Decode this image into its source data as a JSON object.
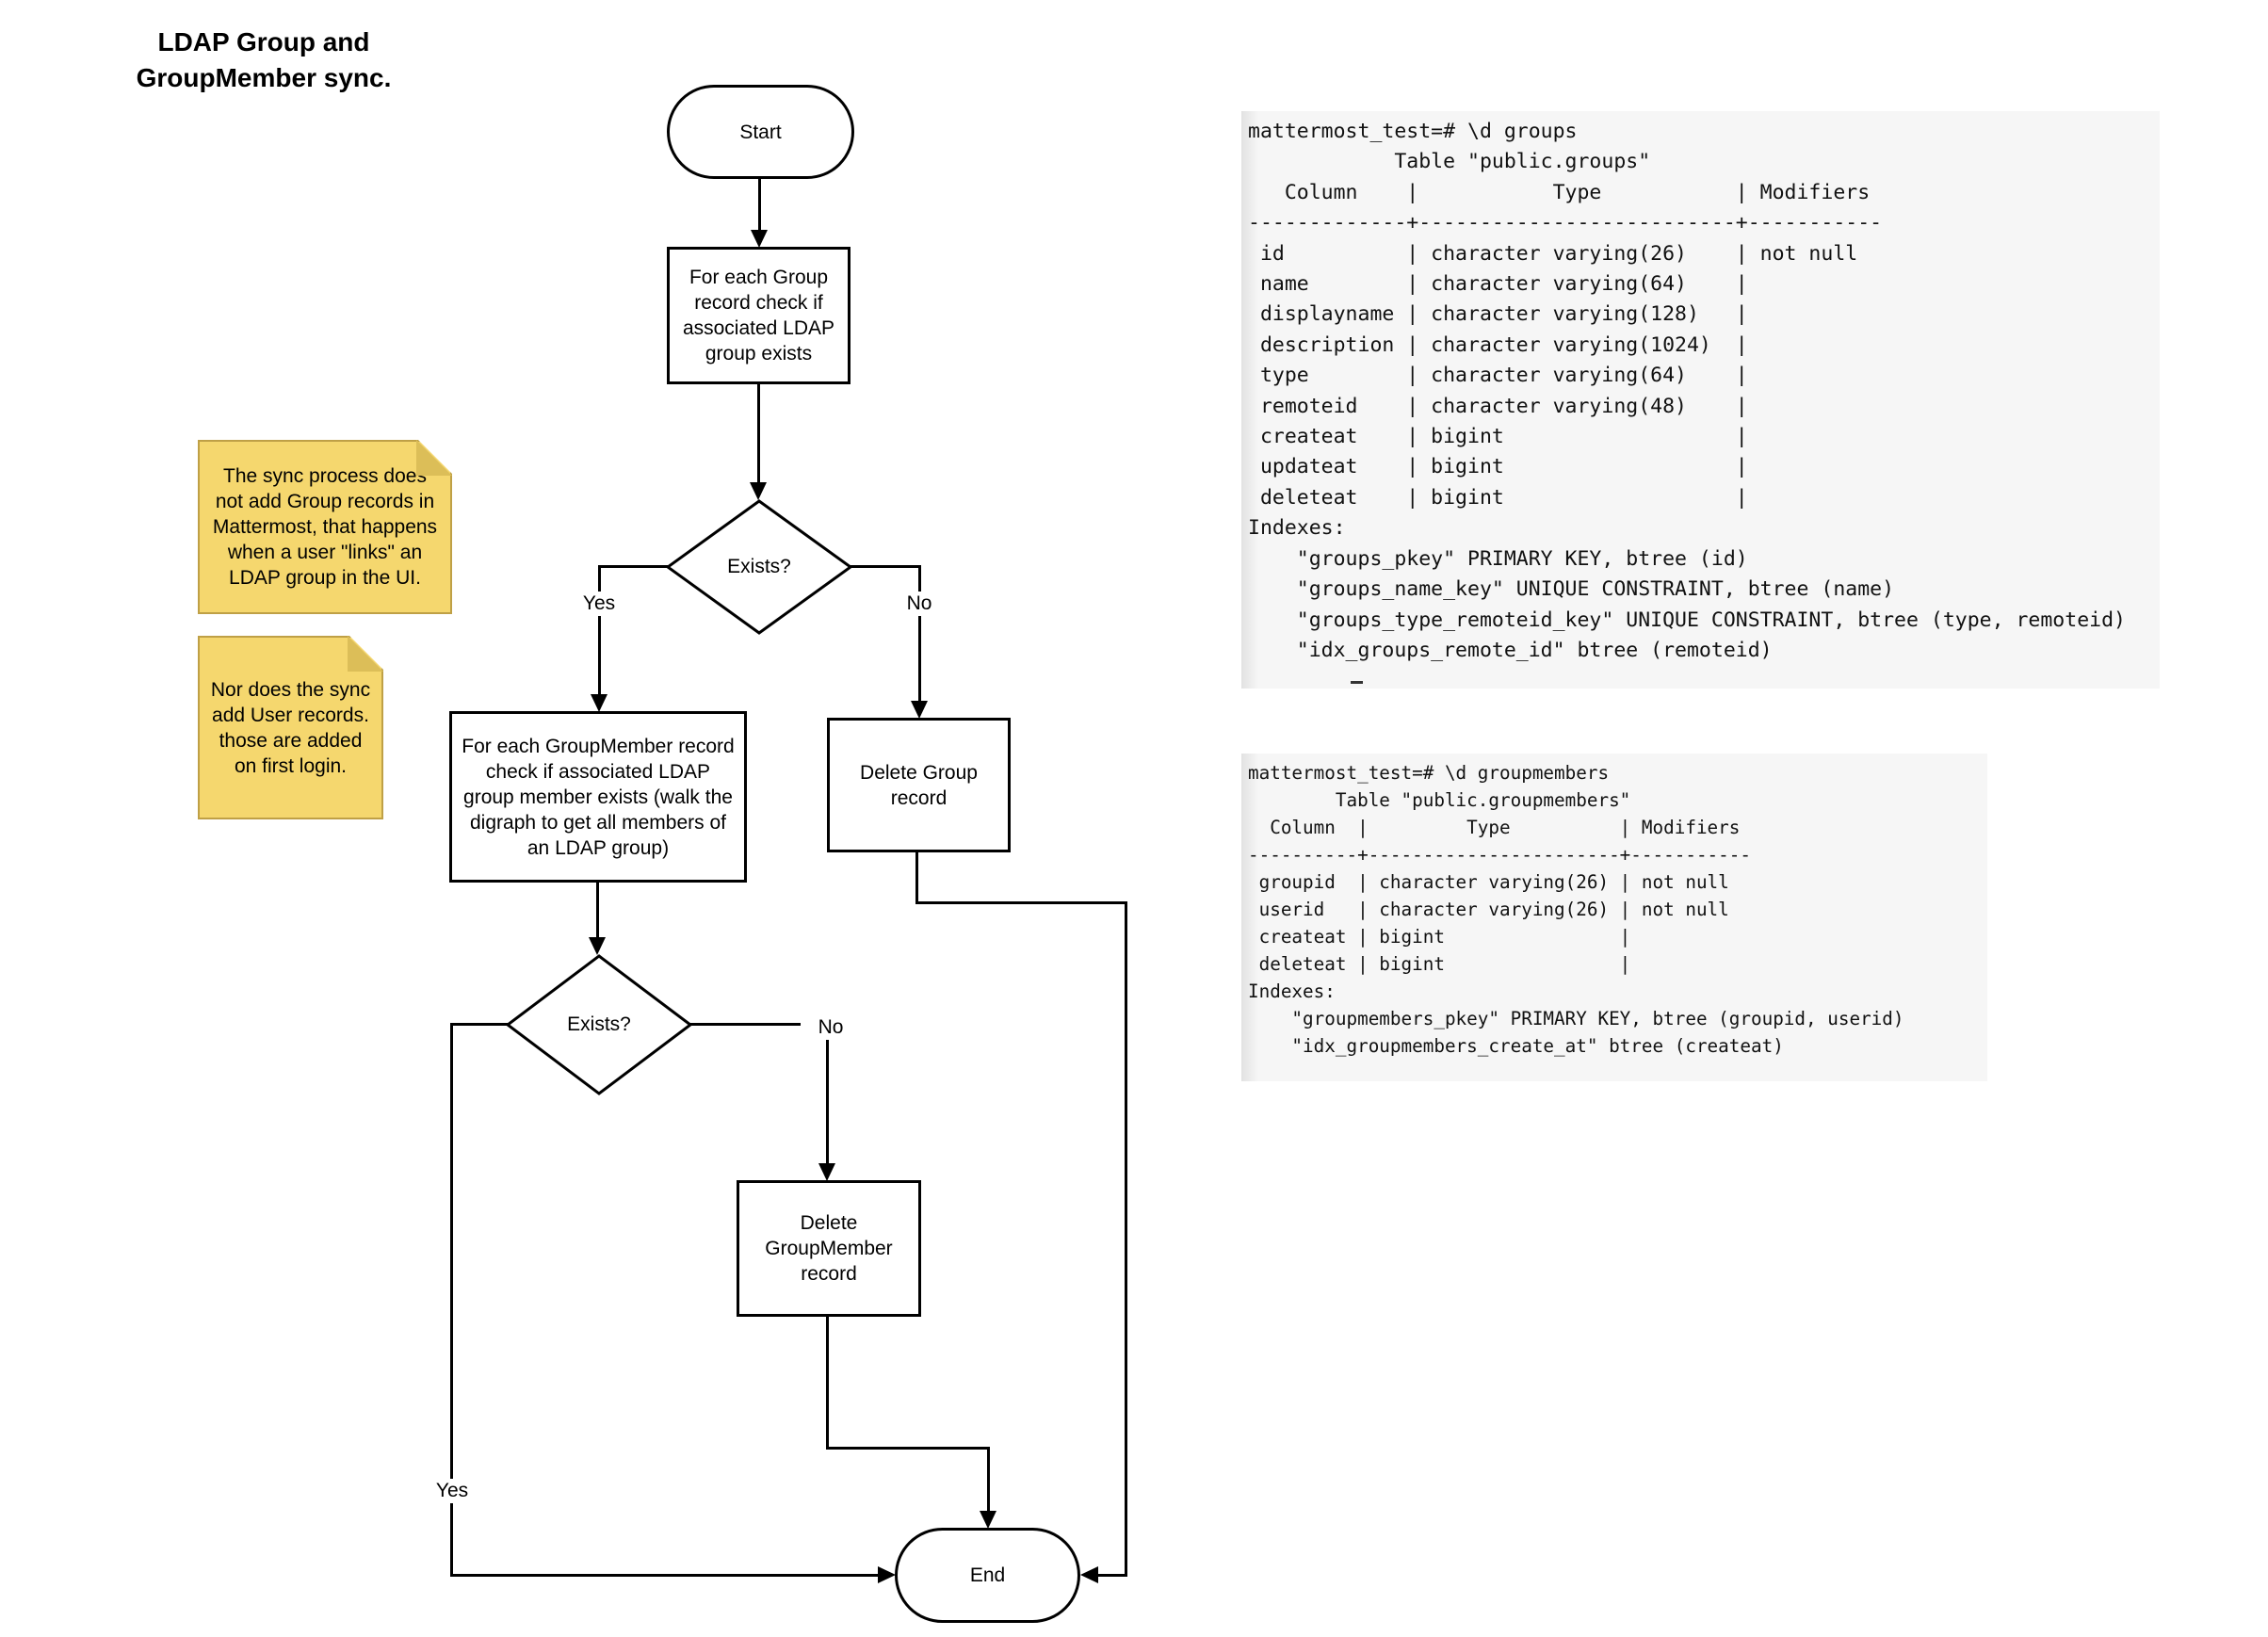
{
  "title": "LDAP Group and\nGroupMember sync.",
  "flowchart": {
    "start_label": "Start",
    "end_label": "End",
    "check_group_label": "For each Group\nrecord check if\nassociated LDAP\ngroup exists",
    "exists1_label": "Exists?",
    "exists2_label": "Exists?",
    "yes1_label": "Yes",
    "no1_label": "No",
    "yes2_label": "Yes",
    "no2_label": "No",
    "check_member_label": "For each GroupMember record\ncheck if associated LDAP\ngroup member exists (walk the\ndigraph to get all members of\nan LDAP group)",
    "delete_group_label": "Delete Group\nrecord",
    "delete_member_label": "Delete\nGroupMember\nrecord",
    "stroke_color": "#000000"
  },
  "notes": {
    "note1_text": "The sync process does\nnot add Group records in\nMattermost, that happens\nwhen a user \"links\" an\nLDAP group in the UI.",
    "note2_text": "Nor does the sync\nadd User records.\nthose are added\non first login.",
    "fill_color": "#F5D76E",
    "border_color": "#BFA046",
    "fold_color": "#DCBE58"
  },
  "terminals": {
    "background_color": "#f6f6f6",
    "edge_color": "#e2e2e2",
    "groups_output": [
      "mattermost_test=# \\d groups",
      "            Table \"public.groups\"",
      "   Column    |           Type           | Modifiers",
      "-------------+--------------------------+-----------",
      " id          | character varying(26)    | not null",
      " name        | character varying(64)    |",
      " displayname | character varying(128)   |",
      " description | character varying(1024)  |",
      " type        | character varying(64)    |",
      " remoteid    | character varying(48)    |",
      " createat    | bigint                   |",
      " updateat    | bigint                   |",
      " deleteat    | bigint                   |",
      "Indexes:",
      "    \"groups_pkey\" PRIMARY KEY, btree (id)",
      "    \"groups_name_key\" UNIQUE CONSTRAINT, btree (name)",
      "    \"groups_type_remoteid_key\" UNIQUE CONSTRAINT, btree (type, remoteid)",
      "    \"idx_groups_remote_id\" btree (remoteid)"
    ],
    "groupmembers_output": [
      "mattermost_test=# \\d groupmembers",
      "        Table \"public.groupmembers\"",
      "  Column  |         Type          | Modifiers",
      "----------+-----------------------+-----------",
      " groupid  | character varying(26) | not null",
      " userid   | character varying(26) | not null",
      " createat | bigint                |",
      " deleteat | bigint                |",
      "Indexes:",
      "    \"groupmembers_pkey\" PRIMARY KEY, btree (groupid, userid)",
      "    \"idx_groupmembers_create_at\" btree (createat)"
    ]
  }
}
